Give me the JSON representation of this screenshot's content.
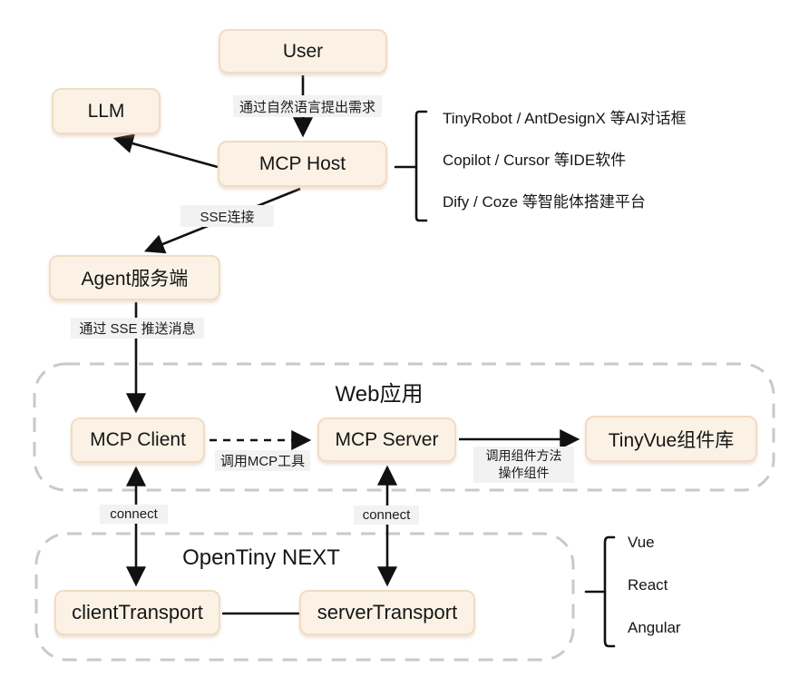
{
  "diagram_title": "MCP / OpenTiny NEXT architecture diagram",
  "nodes": {
    "user": {
      "label": "User"
    },
    "llm": {
      "label": "LLM"
    },
    "mcp_host": {
      "label": "MCP Host"
    },
    "agent": {
      "label": "Agent服务端"
    },
    "mcp_client": {
      "label": "MCP Client"
    },
    "mcp_server": {
      "label": "MCP Server"
    },
    "tinyvue": {
      "label": "TinyVue组件库"
    },
    "client_transport": {
      "label": "clientTransport"
    },
    "server_transport": {
      "label": "serverTransport"
    }
  },
  "containers": {
    "web_app": {
      "title": "Web应用"
    },
    "opentiny_next": {
      "title": "OpenTiny NEXT"
    }
  },
  "edge_labels": {
    "user_to_host": "通过自然语言提出需求",
    "sse_connect": "SSE连接",
    "sse_push": "通过 SSE 推送消息",
    "call_mcp_tool": "调用MCP工具",
    "call_component_line1": "调用组件方法",
    "call_component_line2": "操作组件",
    "connect_left": "connect",
    "connect_right": "connect"
  },
  "host_examples": [
    "TinyRobot / AntDesignX 等AI对话框",
    "Copilot / Cursor 等IDE软件",
    "Dify / Coze 等智能体搭建平台"
  ],
  "frameworks": [
    "Vue",
    "React",
    "Angular"
  ],
  "colors": {
    "node_fill": "#FBF2E5",
    "node_border": "#F1DCC4",
    "chip_bg": "#F2F2F2",
    "container_border": "#C9C9C9",
    "arrow": "#111111",
    "text": "#1F1F1F",
    "background": "#FFFFFF"
  }
}
